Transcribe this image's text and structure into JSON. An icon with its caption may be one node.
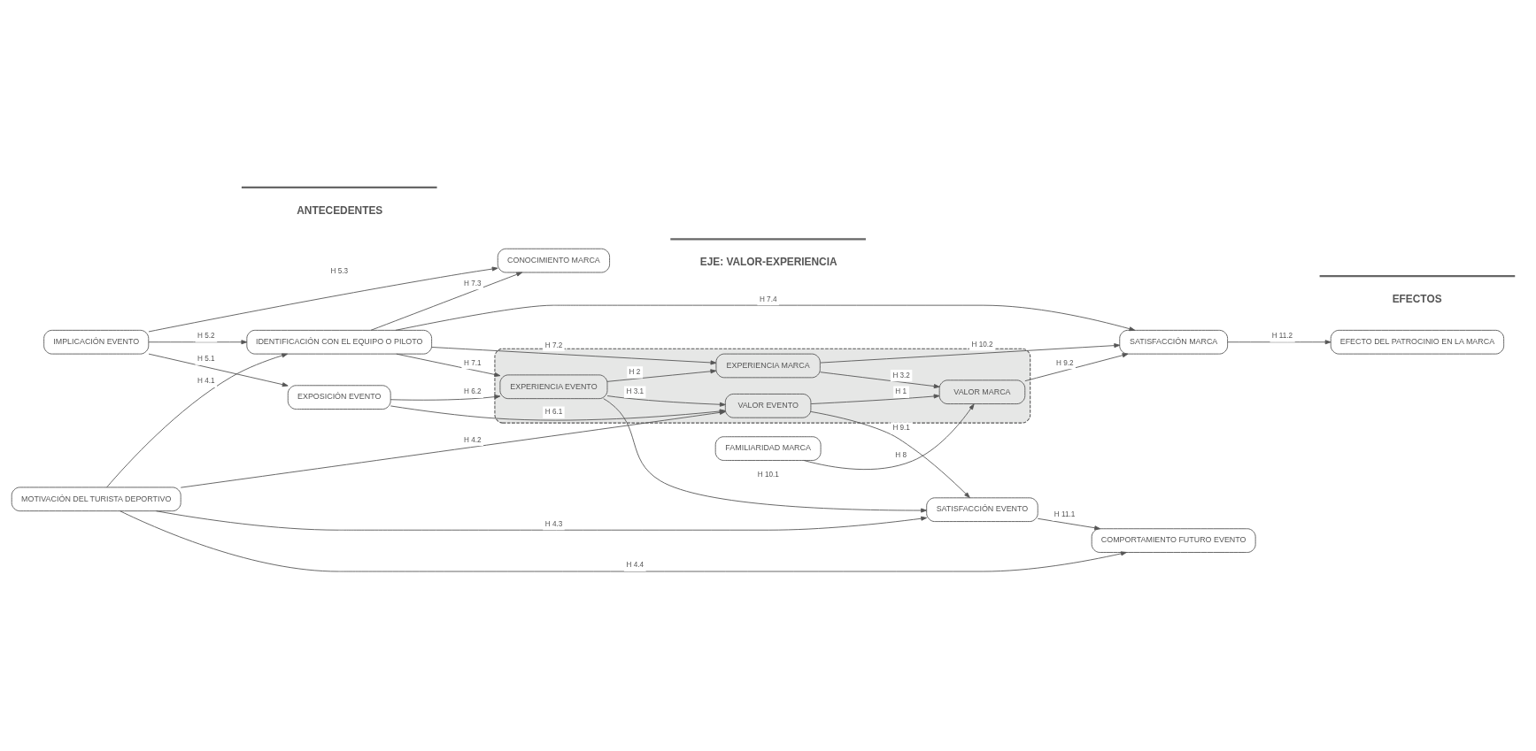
{
  "diagram": {
    "nodes": [
      {
        "text": [
          "MOTIVACIÓN DEL TURISTA DEPORTIVO"
        ]
      },
      {
        "text": [
          "FAMILIARIDAD MARCA"
        ]
      },
      {
        "text": [
          "COMPORTAMIENTO FUTURO EVENTO"
        ]
      },
      {
        "text": [
          "SATISFACCIÓN EVENTO"
        ]
      },
      {
        "text": [],
        "shape": "box"
      },
      {
        "text": [
          "VALOR EVENTO"
        ],
        "in": 4
      },
      {
        "text": [
          "VALOR MARCA"
        ],
        "in": 4
      },
      {
        "text": [
          "EXPERIENCIA EVENTO"
        ],
        "in": 4
      },
      {
        "text": [
          "EXPERIENCIA MARCA"
        ],
        "in": 4
      },
      {
        "text": [
          "SATISFACCIÓN MARCA"
        ]
      },
      {
        "text": [
          "IMPLICACIÓN EVENTO"
        ]
      },
      {
        "text": [
          "EXPOSICIÓN EVENTO"
        ]
      },
      {
        "text": [
          "EFECTO DEL PATROCINIO EN LA MARCA"
        ]
      },
      {
        "text": [
          "IDENTIFICACIÓN CON EL EQUIPO O PILOTO"
        ]
      },
      {
        "text": [
          "CONOCIMIENTO MARCA"
        ]
      }
    ],
    "edges": [
      {
        "from": 0,
        "to": 2,
        "arrow": "to",
        "label": "H 4.4"
      },
      {
        "from": 0,
        "to": 3,
        "arrow": "to",
        "label": "H 4.3"
      },
      {
        "from": 0,
        "to": 13,
        "arrow": "to",
        "label": "H 4.1"
      },
      {
        "from": 0,
        "to": 5,
        "arrow": "to",
        "label": "H 4.2"
      },
      {
        "from": 1,
        "to": 6,
        "arrow": "to",
        "label": "H 8"
      },
      {
        "from": 5,
        "to": 3,
        "arrow": "to",
        "label": "H 9.1"
      },
      {
        "from": 5,
        "to": 6,
        "arrow": "to",
        "label": "H 1"
      },
      {
        "from": 6,
        "to": 9,
        "arrow": "to",
        "label": "H 9.2"
      },
      {
        "from": 3,
        "to": 2,
        "arrow": "to",
        "label": "H 11.1"
      },
      {
        "from": 9,
        "to": 12,
        "arrow": "to",
        "label": "H 11.2"
      },
      {
        "from": 10,
        "to": 11,
        "arrow": "to",
        "label": "H 5.1"
      },
      {
        "from": 10,
        "to": 13,
        "arrow": "to",
        "label": "H 5.2"
      },
      {
        "from": 10,
        "to": 14,
        "arrow": "to",
        "label": "H 5.3"
      },
      {
        "from": 11,
        "to": 5,
        "arrow": "to",
        "label": "H 6.1"
      },
      {
        "from": 11,
        "to": 7,
        "arrow": "to",
        "label": "H 6.2"
      },
      {
        "from": 7,
        "to": 5,
        "arrow": "to",
        "label": "H 3.1"
      },
      {
        "from": 8,
        "to": 6,
        "arrow": "to",
        "label": "H 3.2"
      },
      {
        "from": 7,
        "to": 8,
        "arrow": "to",
        "label": "H 2"
      },
      {
        "from": 8,
        "to": 9,
        "arrow": "to",
        "label": "H 10.2"
      },
      {
        "from": 7,
        "to": 3,
        "arrow": "to",
        "label": "H 10.1"
      },
      {
        "from": 13,
        "to": 7,
        "arrow": "to",
        "label": "H 7.1"
      },
      {
        "from": 13,
        "to": 8,
        "arrow": "to",
        "label": "H 7.2"
      },
      {
        "from": 13,
        "to": 14,
        "arrow": "to",
        "label": "H 7.3"
      },
      {
        "from": 13,
        "to": 9,
        "arrow": "to",
        "label": "H 7.4"
      }
    ],
    "labels": [
      "ANTECEDENTES",
      "EJE: VALOR-EXPERIENCIA",
      "EFECTOS"
    ]
  }
}
